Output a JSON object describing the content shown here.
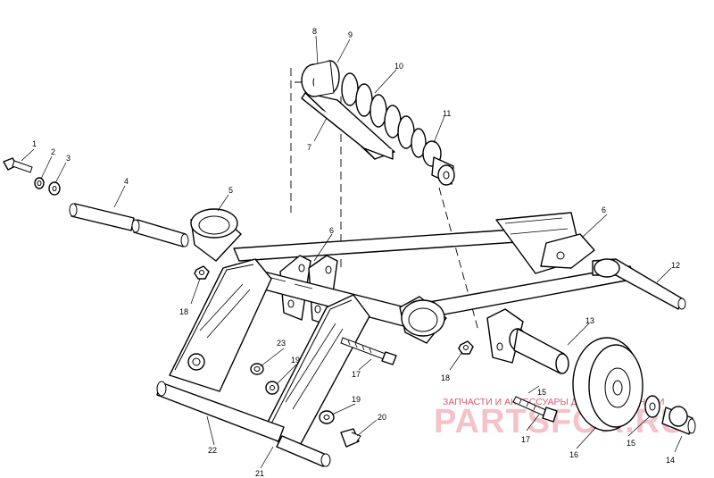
{
  "labels": {
    "l1": "1",
    "l2": "2",
    "l3": "3",
    "l4": "4",
    "l5": "5",
    "l6a": "6",
    "l6b": "6",
    "l7": "7",
    "l8": "8",
    "l9": "9",
    "l10": "10",
    "l11": "11",
    "l12": "12",
    "l13": "13",
    "l14": "14",
    "l15a": "15",
    "l15b": "15",
    "l16": "16",
    "l17a": "17",
    "l17b": "17",
    "l18a": "18",
    "l18b": "18",
    "l19a": "19",
    "l19b": "19",
    "l20": "20",
    "l21": "21",
    "l22": "22",
    "l23": "23"
  },
  "watermark": {
    "tagline": "ЗАПЧАСТИ И АКСЕССУАРЫ ДЛЯ МОТОТЕХНИКИ",
    "logo": "PARTSFOR.RU"
  },
  "colors": {
    "line": "#000000",
    "watermark": "#d0253c"
  }
}
